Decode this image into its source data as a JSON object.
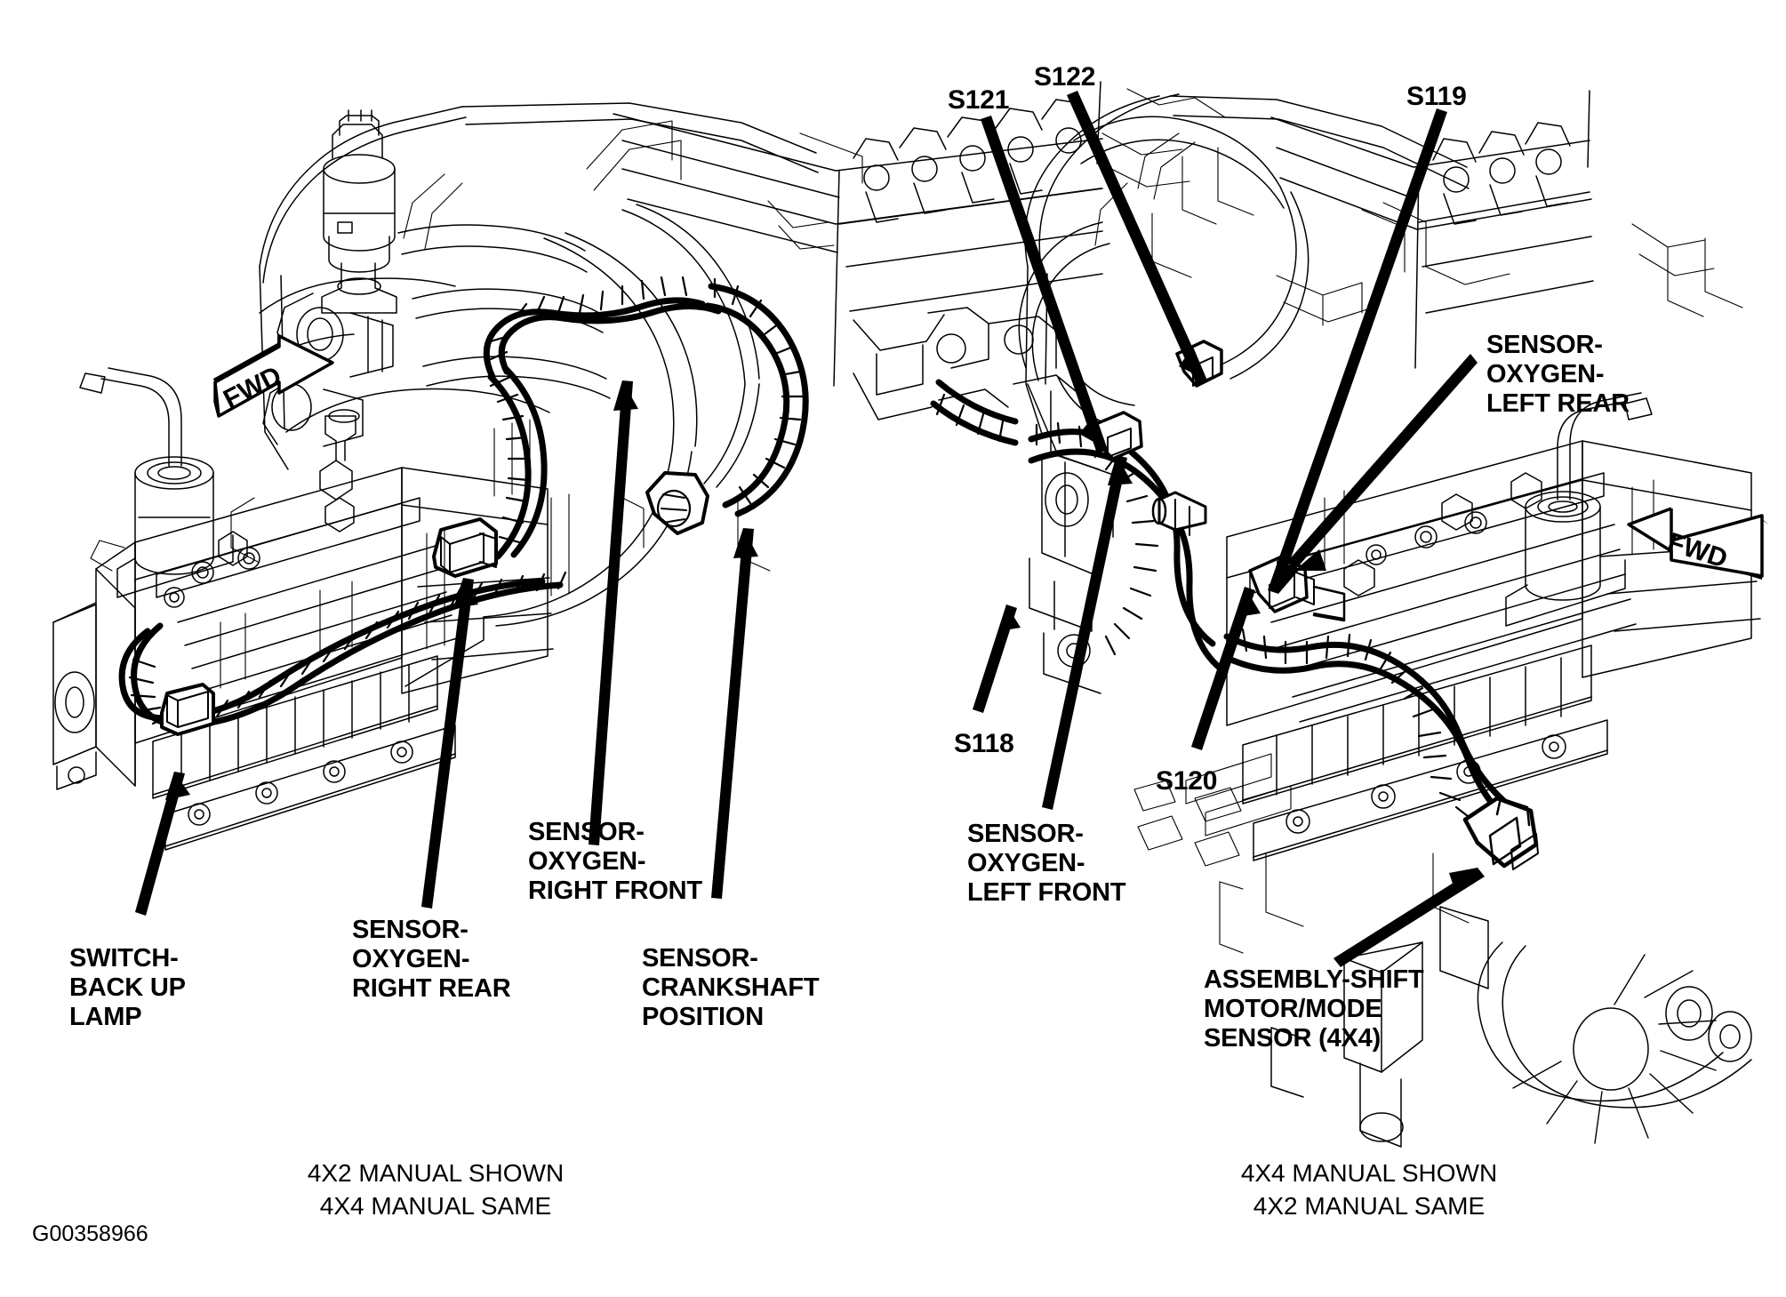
{
  "figure": {
    "id_code": "G00358966",
    "left_panel": {
      "caption_line1": "4X2 MANUAL SHOWN",
      "caption_line2": "4X4 MANUAL SAME",
      "direction_marker": "FWD",
      "callouts": [
        {
          "id": "switch-back-up-lamp",
          "line1": "SWITCH-",
          "line2": "BACK UP",
          "line3": "LAMP"
        },
        {
          "id": "sensor-oxygen-right-rear",
          "line1": "SENSOR-",
          "line2": "OXYGEN-",
          "line3": "RIGHT REAR"
        },
        {
          "id": "sensor-oxygen-right-front",
          "line1": "SENSOR-",
          "line2": "OXYGEN-",
          "line3": "RIGHT FRONT"
        },
        {
          "id": "sensor-crankshaft-position",
          "line1": "SENSOR-",
          "line2": "CRANKSHAFT",
          "line3": "POSITION"
        }
      ]
    },
    "right_panel": {
      "caption_line1": "4X4 MANUAL SHOWN",
      "caption_line2": "4X2 MANUAL SAME",
      "direction_marker": "FWD",
      "splice_refs": [
        {
          "id": "s121",
          "label": "S121"
        },
        {
          "id": "s122",
          "label": "S122"
        },
        {
          "id": "s119",
          "label": "S119"
        },
        {
          "id": "s118",
          "label": "S118"
        },
        {
          "id": "s120",
          "label": "S120"
        }
      ],
      "callouts": [
        {
          "id": "sensor-oxygen-left-rear",
          "line1": "SENSOR-",
          "line2": "OXYGEN-",
          "line3": "LEFT REAR"
        },
        {
          "id": "sensor-oxygen-left-front",
          "line1": "SENSOR-",
          "line2": "OXYGEN-",
          "line3": "LEFT FRONT"
        },
        {
          "id": "assembly-shift-motor-mode-sensor",
          "line1": "ASSEMBLY-SHIFT",
          "line2": "MOTOR/MODE",
          "line3": "SENSOR (4X4)"
        }
      ]
    }
  },
  "colors": {
    "ink": "#000000",
    "paper": "#ffffff",
    "thin_line": "#1a1a1a"
  }
}
